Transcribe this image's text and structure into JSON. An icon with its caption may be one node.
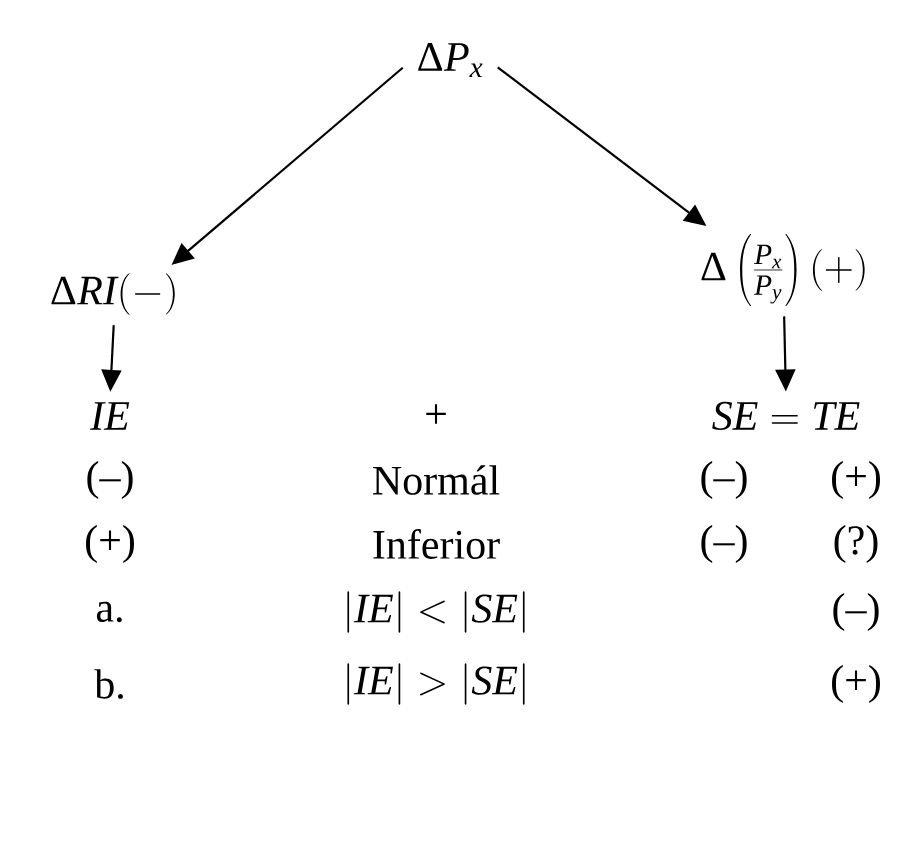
{
  "diagram": {
    "nodes": [
      {
        "text": [
          "\\Delta P_x"
        ]
      },
      {
        "text": [
          "\\Delta RI(-)"
        ]
      },
      {
        "text": [
          "\\Delta\\left(\\frac{P_x}{P_y}\\right)(+)"
        ]
      },
      {
        "text": [
          "IE"
        ]
      },
      {
        "text": [
          "SE = TE"
        ]
      }
    ],
    "edges": [
      {
        "from": 0,
        "to": 1,
        "arrow": "to"
      },
      {
        "from": 0,
        "to": 2,
        "arrow": "to"
      },
      {
        "from": 1,
        "to": 3,
        "arrow": "to"
      },
      {
        "from": 2,
        "to": 4,
        "arrow": "to"
      }
    ],
    "labels": [
      "+",
      "(–)",
      "Normál",
      "(–)",
      "(+)",
      "(+)",
      "Inferior",
      "(–)",
      "(?)",
      "a.",
      "|IE| < |SE|",
      "(–)",
      "b.",
      "|IE| > |SE|",
      "(+)"
    ]
  }
}
